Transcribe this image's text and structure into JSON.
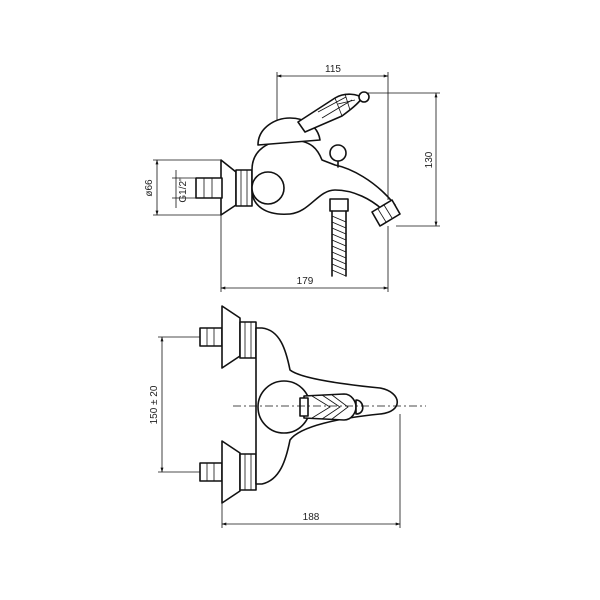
{
  "dimensions": {
    "top_width": "115",
    "height": "130",
    "overall_length": "179",
    "flange_diameter": "ø66",
    "thread": "G1/2\"",
    "centers": "150 ± 20",
    "bottom_width": "188"
  }
}
